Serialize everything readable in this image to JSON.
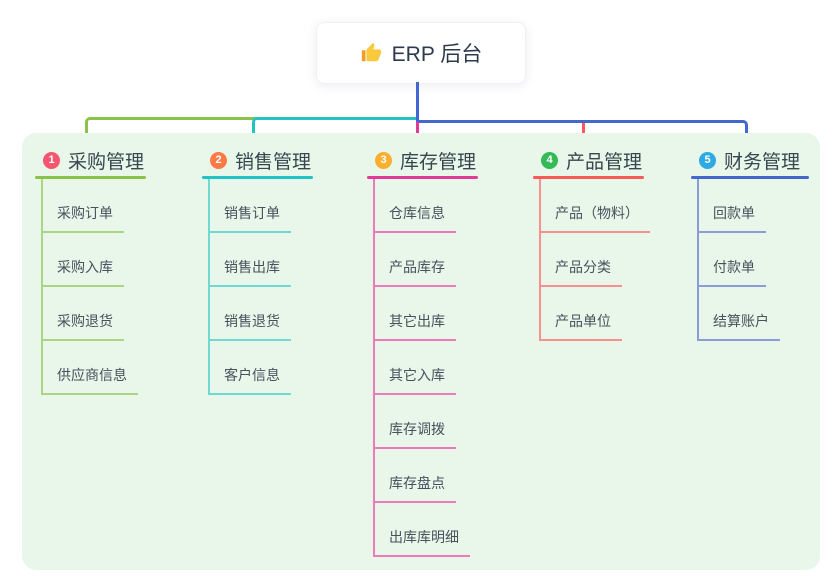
{
  "root": {
    "label": "ERP 后台",
    "icon": "thumbs-up-icon"
  },
  "branches": [
    {
      "badge": "1",
      "label": "采购管理",
      "badge_color": "#f5566f",
      "line_color": "#8bc34a",
      "child_line_color": "#a9d584",
      "children": [
        "采购订单",
        "采购入库",
        "采购退货",
        "供应商信息"
      ]
    },
    {
      "badge": "2",
      "label": "销售管理",
      "badge_color": "#fb7a45",
      "line_color": "#23c3c4",
      "child_line_color": "#72d9d2",
      "children": [
        "销售订单",
        "销售出库",
        "销售退货",
        "客户信息"
      ]
    },
    {
      "badge": "3",
      "label": "库存管理",
      "badge_color": "#fbaf2e",
      "line_color": "#e23a97",
      "child_line_color": "#ee7ab8",
      "children": [
        "仓库信息",
        "产品库存",
        "其它出库",
        "其它入库",
        "库存调拨",
        "库存盘点",
        "出库库明细"
      ]
    },
    {
      "badge": "4",
      "label": "产品管理",
      "badge_color": "#35ba58",
      "line_color": "#fb5858",
      "child_line_color": "#f99090",
      "children": [
        "产品（物料）",
        "产品分类",
        "产品单位"
      ]
    },
    {
      "badge": "5",
      "label": "财务管理",
      "badge_color": "#2daae4",
      "line_color": "#4467cb",
      "child_line_color": "#8b9cd9",
      "children": [
        "回款单",
        "付款单",
        "结算账户"
      ]
    }
  ],
  "colors": {
    "root_connector": "#4366d6",
    "panel_bg": "#e9f6ea",
    "title_text": "#37474f",
    "child_text": "#46525c"
  }
}
